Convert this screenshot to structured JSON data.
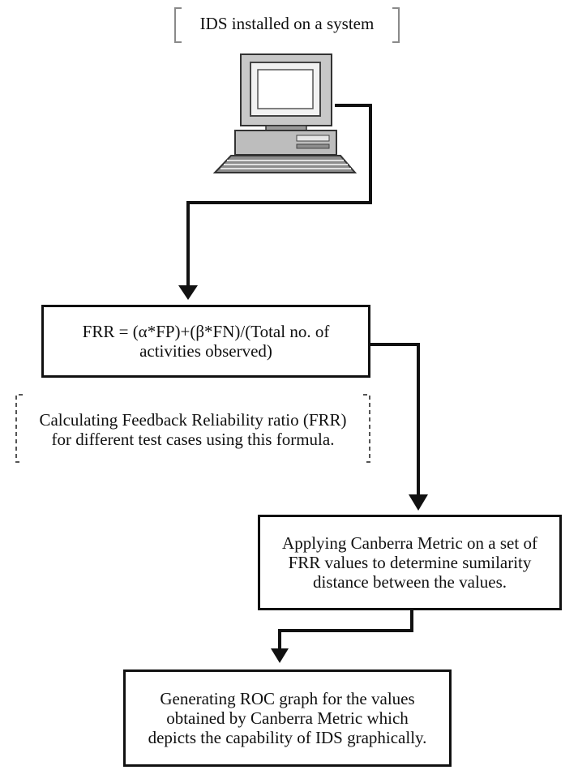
{
  "nodes": {
    "ids_label": "IDS installed on a system",
    "frr_formula": {
      "line1": "FRR = (α*FP)+(β*FN)/(Total no. of",
      "line2": "activities observed)"
    },
    "frr_note": {
      "line1": "Calculating Feedback Reliability ratio (FRR)",
      "line2": "for different test cases using this formula."
    },
    "canberra": {
      "line1": "Applying Canberra Metric on a set of",
      "line2": "FRR values to determine sumilarity",
      "line3": "distance between the values."
    },
    "roc": {
      "line1": "Generating ROC graph for the values",
      "line2": "obtained by Canberra Metric which",
      "line3": "depicts the capability of IDS graphically."
    }
  },
  "icons": {
    "computer": "desktop-computer-icon"
  }
}
